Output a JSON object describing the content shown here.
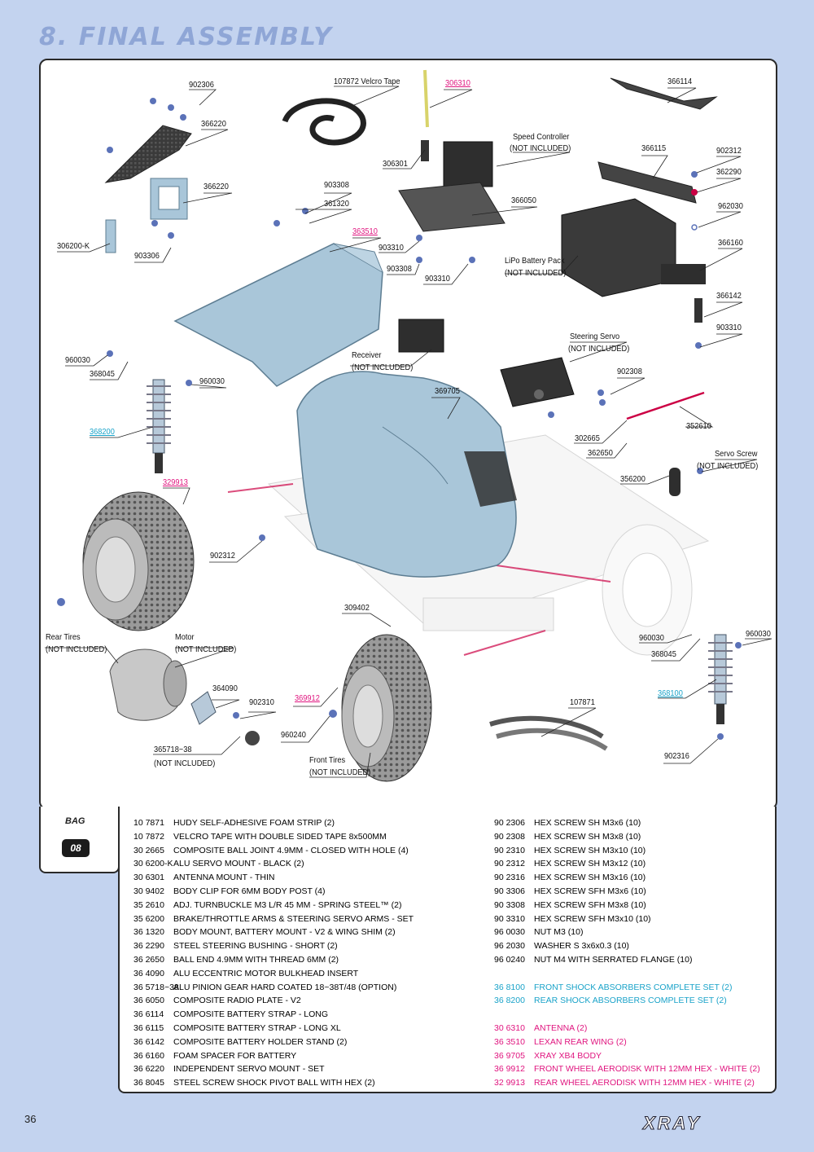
{
  "title": "8. FINAL ASSEMBLY",
  "page_number": "36",
  "logo": "XRAY",
  "bag": {
    "label": "BAG",
    "number": "08"
  },
  "colors": {
    "background": "#c3d3ef",
    "title": "#8fa6d6",
    "option_pink": "#e0157f",
    "shock_cyan": "#1aa3c9"
  },
  "labels": [
    {
      "text": "902306",
      "color": "black"
    },
    {
      "text": "107872 Velcro Tape",
      "color": "black"
    },
    {
      "text": "306310",
      "color": "pink"
    },
    {
      "text": "366114",
      "color": "black"
    },
    {
      "text": "366220",
      "color": "black"
    },
    {
      "text": "Speed Controller",
      "color": "black"
    },
    {
      "text": "(NOT INCLUDED)",
      "color": "black"
    },
    {
      "text": "306301",
      "color": "black"
    },
    {
      "text": "366115",
      "color": "black"
    },
    {
      "text": "902312",
      "color": "black"
    },
    {
      "text": "362290",
      "color": "black"
    },
    {
      "text": "366220",
      "color": "black"
    },
    {
      "text": "903308",
      "color": "black"
    },
    {
      "text": "361320",
      "color": "black"
    },
    {
      "text": "366050",
      "color": "black"
    },
    {
      "text": "962030",
      "color": "black"
    },
    {
      "text": "363510",
      "color": "pink"
    },
    {
      "text": "366160",
      "color": "black"
    },
    {
      "text": "306200-K",
      "color": "black"
    },
    {
      "text": "903306",
      "color": "black"
    },
    {
      "text": "903310",
      "color": "black"
    },
    {
      "text": "LiPo Battery Pack",
      "color": "black"
    },
    {
      "text": "(NOT INCLUDED)",
      "color": "black"
    },
    {
      "text": "903308",
      "color": "black"
    },
    {
      "text": "903310",
      "color": "black"
    },
    {
      "text": "366142",
      "color": "black"
    },
    {
      "text": "903310",
      "color": "black"
    },
    {
      "text": "Steering Servo",
      "color": "black"
    },
    {
      "text": "(NOT INCLUDED)",
      "color": "black"
    },
    {
      "text": "Receiver",
      "color": "black"
    },
    {
      "text": "(NOT INCLUDED)",
      "color": "black"
    },
    {
      "text": "960030",
      "color": "black"
    },
    {
      "text": "368045",
      "color": "black"
    },
    {
      "text": "960030",
      "color": "black"
    },
    {
      "text": "902308",
      "color": "black"
    },
    {
      "text": "369705",
      "color": "black"
    },
    {
      "text": "368200",
      "color": "cyan"
    },
    {
      "text": "302665",
      "color": "black"
    },
    {
      "text": "352610",
      "color": "black"
    },
    {
      "text": "362650",
      "color": "black"
    },
    {
      "text": "Servo Screw",
      "color": "black"
    },
    {
      "text": "(NOT INCLUDED)",
      "color": "black"
    },
    {
      "text": "356200",
      "color": "black"
    },
    {
      "text": "329913",
      "color": "pink"
    },
    {
      "text": "902312",
      "color": "black"
    },
    {
      "text": "309402",
      "color": "black"
    },
    {
      "text": "Rear Tires",
      "color": "black"
    },
    {
      "text": "(NOT INCLUDED)",
      "color": "black"
    },
    {
      "text": "Motor",
      "color": "black"
    },
    {
      "text": "(NOT INCLUDED)",
      "color": "black"
    },
    {
      "text": "960030",
      "color": "black"
    },
    {
      "text": "960030",
      "color": "black"
    },
    {
      "text": "368045",
      "color": "black"
    },
    {
      "text": "364090",
      "color": "black"
    },
    {
      "text": "902310",
      "color": "black"
    },
    {
      "text": "369912",
      "color": "pink"
    },
    {
      "text": "368100",
      "color": "cyan"
    },
    {
      "text": "107871",
      "color": "black"
    },
    {
      "text": "960240",
      "color": "black"
    },
    {
      "text": "365718~38",
      "color": "black"
    },
    {
      "text": "(NOT INCLUDED)",
      "color": "black"
    },
    {
      "text": "Front Tires",
      "color": "black"
    },
    {
      "text": "(NOT INCLUDED)",
      "color": "black"
    },
    {
      "text": "902316",
      "color": "black"
    }
  ],
  "parts_left": [
    {
      "code": "10 7871",
      "desc": "HUDY SELF-ADHESIVE FOAM STRIP (2)"
    },
    {
      "code": "10 7872",
      "desc": "VELCRO TAPE WITH DOUBLE SIDED TAPE 8x500MM"
    },
    {
      "code": "30 2665",
      "desc": "COMPOSITE BALL JOINT 4.9MM - CLOSED WITH HOLE (4)"
    },
    {
      "code": "30 6200-K",
      "desc": "ALU SERVO MOUNT - BLACK (2)"
    },
    {
      "code": "30 6301",
      "desc": "ANTENNA MOUNT - THIN"
    },
    {
      "code": "30 9402",
      "desc": "BODY CLIP FOR 6MM BODY POST (4)"
    },
    {
      "code": "35 2610",
      "desc": "ADJ. TURNBUCKLE M3 L/R 45 MM - SPRING STEEL™ (2)"
    },
    {
      "code": "35 6200",
      "desc": "BRAKE/THROTTLE ARMS & STEERING SERVO ARMS - SET"
    },
    {
      "code": "36 1320",
      "desc": "BODY MOUNT, BATTERY MOUNT - V2 & WING SHIM (2)"
    },
    {
      "code": "36 2290",
      "desc": "STEEL STEERING BUSHING - SHORT (2)"
    },
    {
      "code": "36 2650",
      "desc": "BALL END 4.9MM WITH THREAD 6MM (2)"
    },
    {
      "code": "36 4090",
      "desc": "ALU ECCENTRIC MOTOR BULKHEAD INSERT"
    },
    {
      "code": "36 5718~38",
      "desc": "ALU PINION GEAR HARD COATED 18~38T/48 (OPTION)"
    },
    {
      "code": "36 6050",
      "desc": "COMPOSITE RADIO PLATE - V2"
    },
    {
      "code": "36 6114",
      "desc": "COMPOSITE BATTERY STRAP - LONG"
    },
    {
      "code": "36 6115",
      "desc": "COMPOSITE BATTERY STRAP - LONG XL"
    },
    {
      "code": "36 6142",
      "desc": "COMPOSITE BATTERY HOLDER STAND (2)"
    },
    {
      "code": "36 6160",
      "desc": "FOAM SPACER FOR BATTERY"
    },
    {
      "code": "36 6220",
      "desc": "INDEPENDENT SERVO MOUNT - SET"
    },
    {
      "code": "36 8045",
      "desc": "STEEL SCREW SHOCK PIVOT BALL WITH HEX (2)"
    }
  ],
  "parts_right": [
    {
      "code": "90 2306",
      "desc": "HEX SCREW SH M3x6 (10)",
      "color": "black"
    },
    {
      "code": "90 2308",
      "desc": "HEX SCREW SH M3x8 (10)",
      "color": "black"
    },
    {
      "code": "90 2310",
      "desc": "HEX SCREW SH M3x10 (10)",
      "color": "black"
    },
    {
      "code": "90 2312",
      "desc": "HEX SCREW SH M3x12 (10)",
      "color": "black"
    },
    {
      "code": "90 2316",
      "desc": "HEX SCREW SH M3x16 (10)",
      "color": "black"
    },
    {
      "code": "90 3306",
      "desc": "HEX SCREW SFH M3x6 (10)",
      "color": "black"
    },
    {
      "code": "90 3308",
      "desc": "HEX SCREW SFH M3x8 (10)",
      "color": "black"
    },
    {
      "code": "90 3310",
      "desc": "HEX SCREW SFH M3x10 (10)",
      "color": "black"
    },
    {
      "code": "96 0030",
      "desc": "NUT M3 (10)",
      "color": "black"
    },
    {
      "code": "96 2030",
      "desc": "WASHER S 3x6x0.3 (10)",
      "color": "black"
    },
    {
      "code": "96 0240",
      "desc": "NUT M4 WITH SERRATED FLANGE (10)",
      "color": "black"
    },
    {
      "code": "",
      "desc": "",
      "color": "gap"
    },
    {
      "code": "36 8100",
      "desc": "FRONT SHOCK ABSORBERS COMPLETE SET (2)",
      "color": "cyan"
    },
    {
      "code": "36 8200",
      "desc": "REAR SHOCK ABSORBERS COMPLETE SET (2)",
      "color": "cyan"
    },
    {
      "code": "",
      "desc": "",
      "color": "gap"
    },
    {
      "code": "30 6310",
      "desc": "ANTENNA (2)",
      "color": "pink"
    },
    {
      "code": "36 3510",
      "desc": "LEXAN REAR WING (2)",
      "color": "pink"
    },
    {
      "code": "36 9705",
      "desc": "XRAY XB4 BODY",
      "color": "pink"
    },
    {
      "code": "36 9912",
      "desc": "FRONT WHEEL AERODISK WITH 12MM HEX - WHITE (2)",
      "color": "pink"
    },
    {
      "code": "32 9913",
      "desc": "REAR WHEEL AERODISK WITH 12MM HEX - WHITE (2)",
      "color": "pink"
    }
  ]
}
